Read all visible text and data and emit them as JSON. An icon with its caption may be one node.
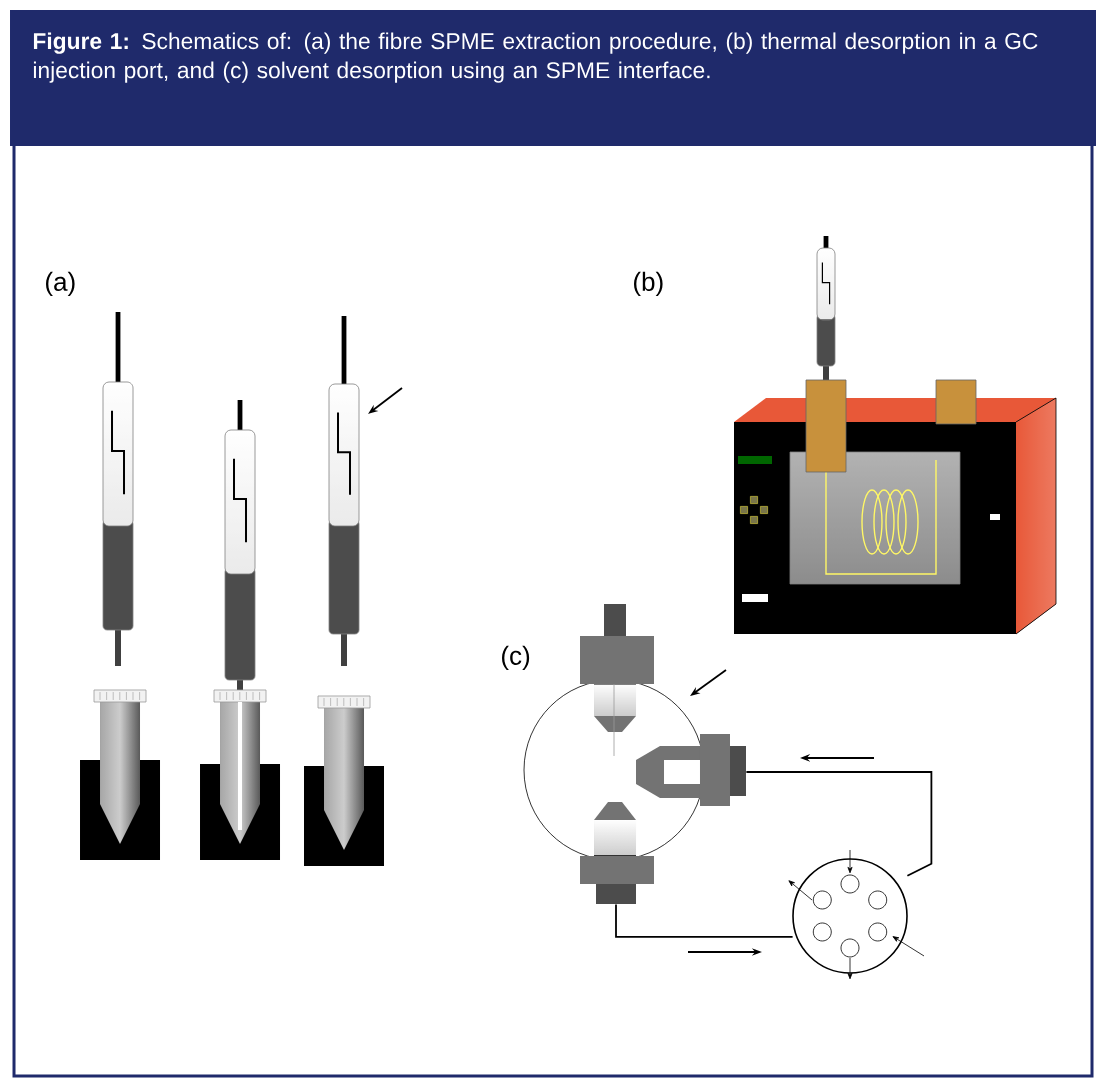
{
  "diagram": {
    "caption": "**Figure 1:** Schematics of: (a) the fibre SPME extraction procedure, (b) thermal desorption in a GC injection port, and (c) solvent desorption using an SPME interface.",
    "nodes": [
      {
        "text": [],
        "shape": "picture"
      },
      {
        "text": [],
        "shape": "circle"
      }
    ],
    "edges": [
      {
        "from": 0,
        "to": 1,
        "arrow": "none"
      },
      {
        "from": 1,
        "to": 0,
        "arrow": "none"
      }
    ],
    "labels": [
      "(a)",
      "(b)",
      "(c)"
    ]
  }
}
